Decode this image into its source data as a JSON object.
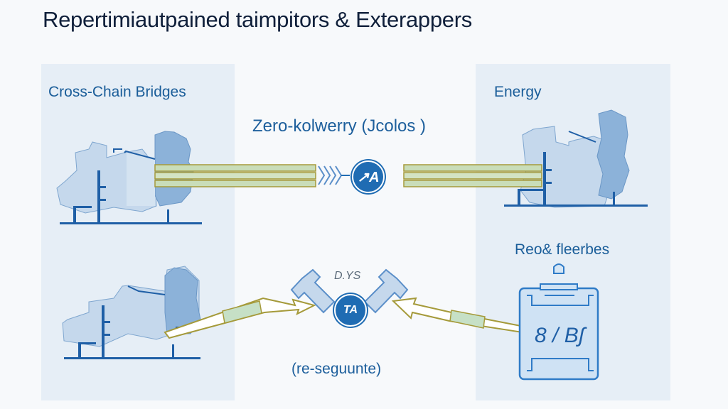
{
  "header": {
    "title": "Repertimiautpained taimpitors & Exterappers"
  },
  "left_panel": {
    "label": "Cross-Chain Bridges"
  },
  "right_panel": {
    "label": "Energy",
    "sub_label": "Reo& fleerbes",
    "device_text": "8 / Bʃ"
  },
  "center_top": {
    "label": "Zero-kolwerry (Jcolos )",
    "badge_text": "↗A"
  },
  "center_bottom": {
    "caption": "D.YS",
    "badge_text": "TA",
    "label": "(re-seguunte)"
  },
  "colors": {
    "accent": "#1f6cb3",
    "panel_bg": "#e6eef6",
    "title": "#0f1f3a",
    "label": "#1a5d99",
    "pipe_fill": "#c9ddb9",
    "pipe_stroke": "#a59a3a"
  }
}
